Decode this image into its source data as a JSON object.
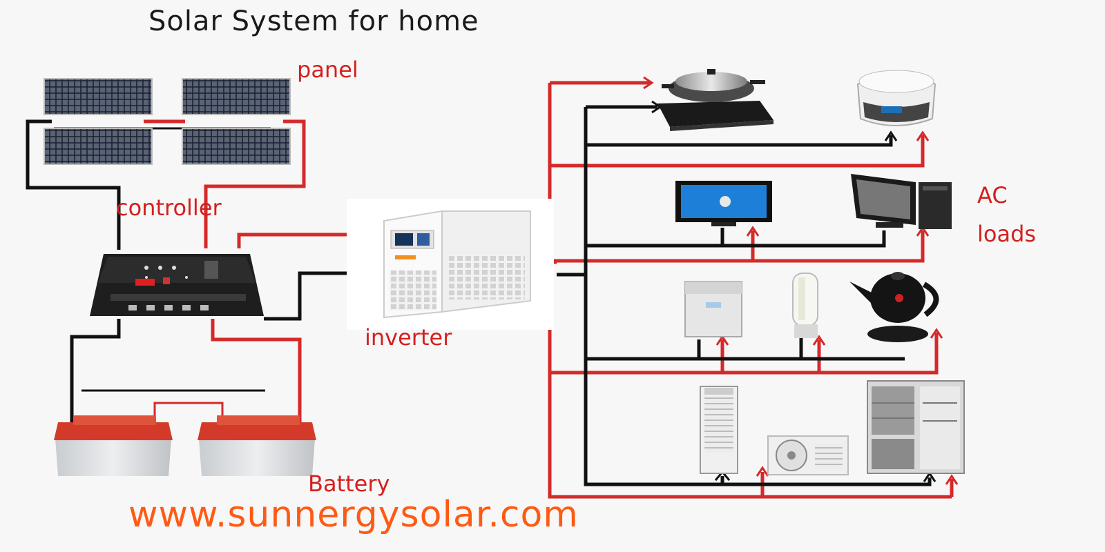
{
  "title": "Solar System for home",
  "labels": {
    "panel": "panel",
    "controller": "controller",
    "inverter": "inverter",
    "battery": "Battery",
    "ac": "AC",
    "loads": "loads"
  },
  "website": "www.sunnergysolar.com",
  "colors": {
    "positive_wire": "#d42a2a",
    "negative_wire": "#111111",
    "label_red": "#d41f1f",
    "website_orange": "#ff5a14",
    "background": "#f7f7f7"
  },
  "icons": {
    "panels": "solar-panel-icon",
    "controller": "charge-controller-icon",
    "inverter": "inverter-icon",
    "batteries": "battery-icon",
    "loads": [
      "induction-cooker-icon",
      "rice-cooker-icon",
      "tv-icon",
      "desktop-computer-icon",
      "water-heater-icon",
      "lamp-icon",
      "kettle-icon",
      "air-conditioner-icon",
      "ac-outdoor-unit-icon",
      "refrigerator-icon"
    ]
  }
}
